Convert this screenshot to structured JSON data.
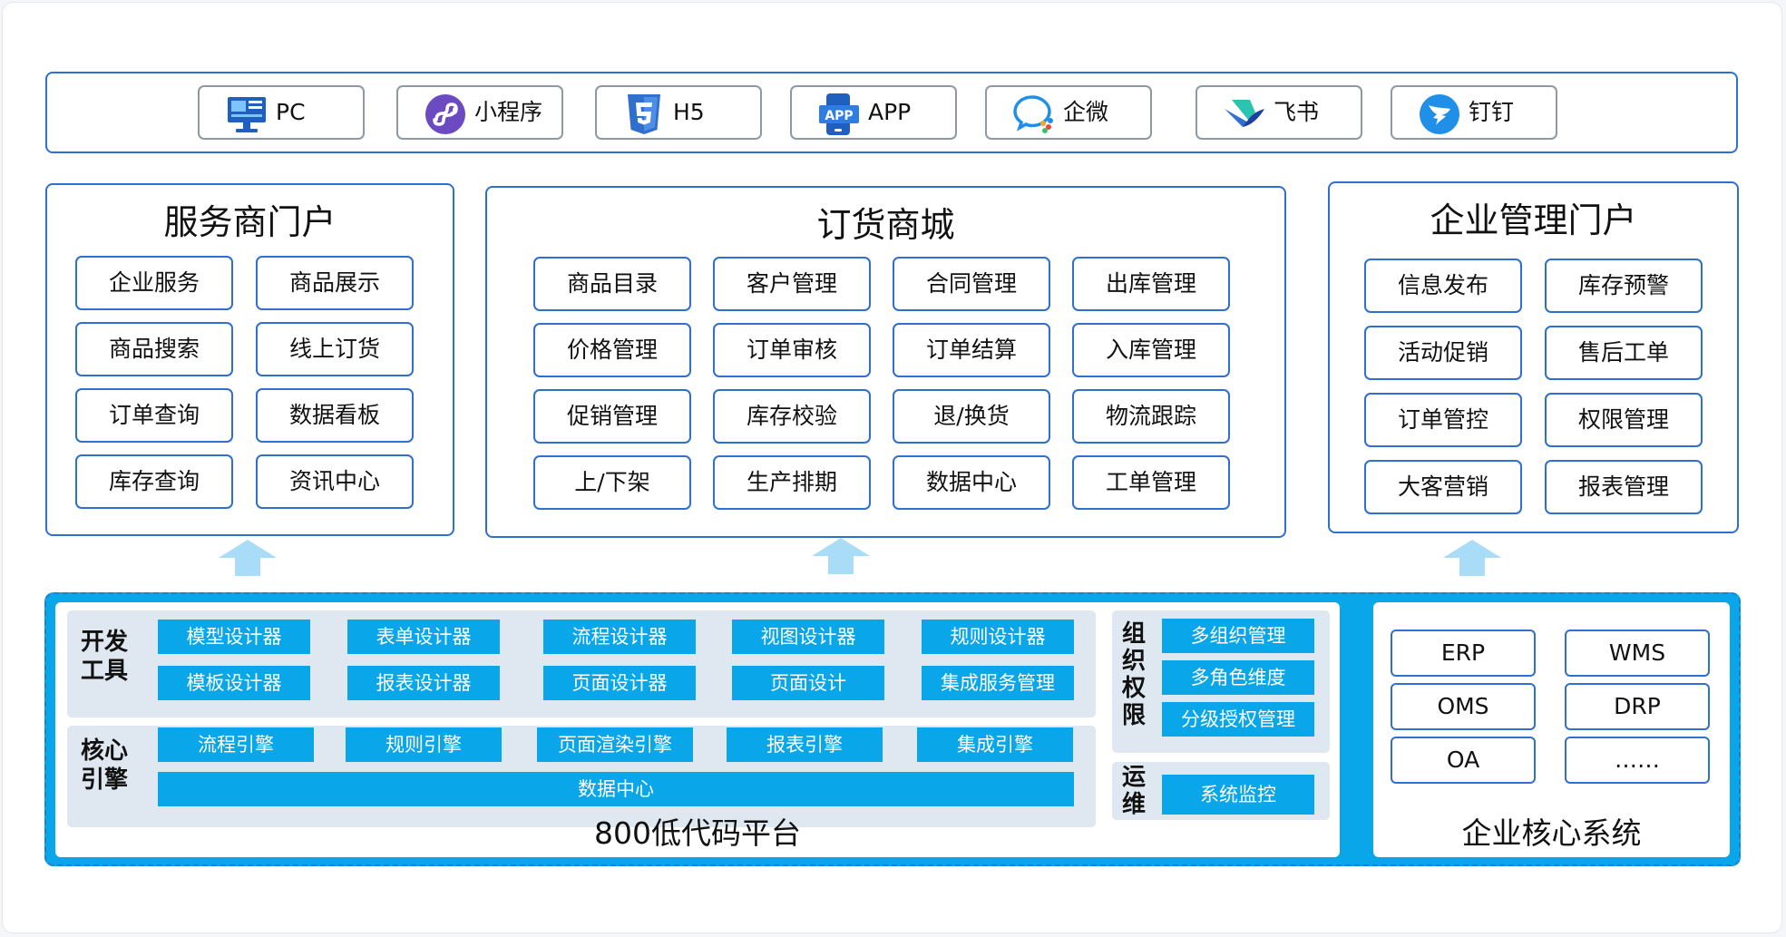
{
  "clients": [
    {
      "label": "PC",
      "icon": "monitor-icon"
    },
    {
      "label": "小程序",
      "icon": "mini-program-icon"
    },
    {
      "label": "H5",
      "icon": "html5-icon"
    },
    {
      "label": "APP",
      "icon": "app-phone-icon"
    },
    {
      "label": "企微",
      "icon": "wecom-icon"
    },
    {
      "label": "飞书",
      "icon": "feishu-icon"
    },
    {
      "label": "钉钉",
      "icon": "dingtalk-icon"
    }
  ],
  "service_portal": {
    "title": "服务商门户",
    "items": [
      "企业服务",
      "商品展示",
      "商品搜索",
      "线上订货",
      "订单查询",
      "数据看板",
      "库存查询",
      "资讯中心"
    ]
  },
  "order_mall": {
    "title": "订货商城",
    "items": [
      "商品目录",
      "客户管理",
      "合同管理",
      "出库管理",
      "价格管理",
      "订单审核",
      "订单结算",
      "入库管理",
      "促销管理",
      "库存校验",
      "退/换货",
      "物流跟踪",
      "上/下架",
      "生产排期",
      "数据中心",
      "工单管理"
    ]
  },
  "enterprise_portal": {
    "title": "企业管理门户",
    "items": [
      "信息发布",
      "库存预警",
      "活动促销",
      "售后工单",
      "订单管控",
      "权限管理",
      "大客营销",
      "报表管理"
    ]
  },
  "lowcode": {
    "name": "800低代码平台",
    "dev_tools": {
      "label_line1": "开发",
      "label_line2": "工具",
      "row1": [
        "模型设计器",
        "表单设计器",
        "流程设计器",
        "视图设计器",
        "规则设计器"
      ],
      "row2": [
        "模板设计器",
        "报表设计器",
        "页面设计器",
        "页面设计",
        "集成服务管理"
      ]
    },
    "engines": {
      "label_line1": "核心",
      "label_line2": "引擎",
      "row1": [
        "流程引擎",
        "规则引擎",
        "页面渲染引擎",
        "报表引擎",
        "集成引擎"
      ],
      "data_center": "数据中心"
    },
    "org_permission": {
      "label_chars": [
        "组",
        "织",
        "权",
        "限"
      ],
      "items": [
        "多组织管理",
        "多角色维度",
        "分级授权管理"
      ]
    },
    "ops": {
      "label_chars": [
        "运",
        "维"
      ],
      "items": [
        "系统监控"
      ]
    }
  },
  "core_systems": {
    "name": "企业核心系统",
    "items": [
      "ERP",
      "WMS",
      "OMS",
      "DRP",
      "OA",
      "……"
    ]
  },
  "colors": {
    "frame_blue": "#2f6fce",
    "tool_blue": "#0aa6ea",
    "arrow_blue": "#a9dcf6",
    "panel_grey": "#dfe8f1"
  }
}
